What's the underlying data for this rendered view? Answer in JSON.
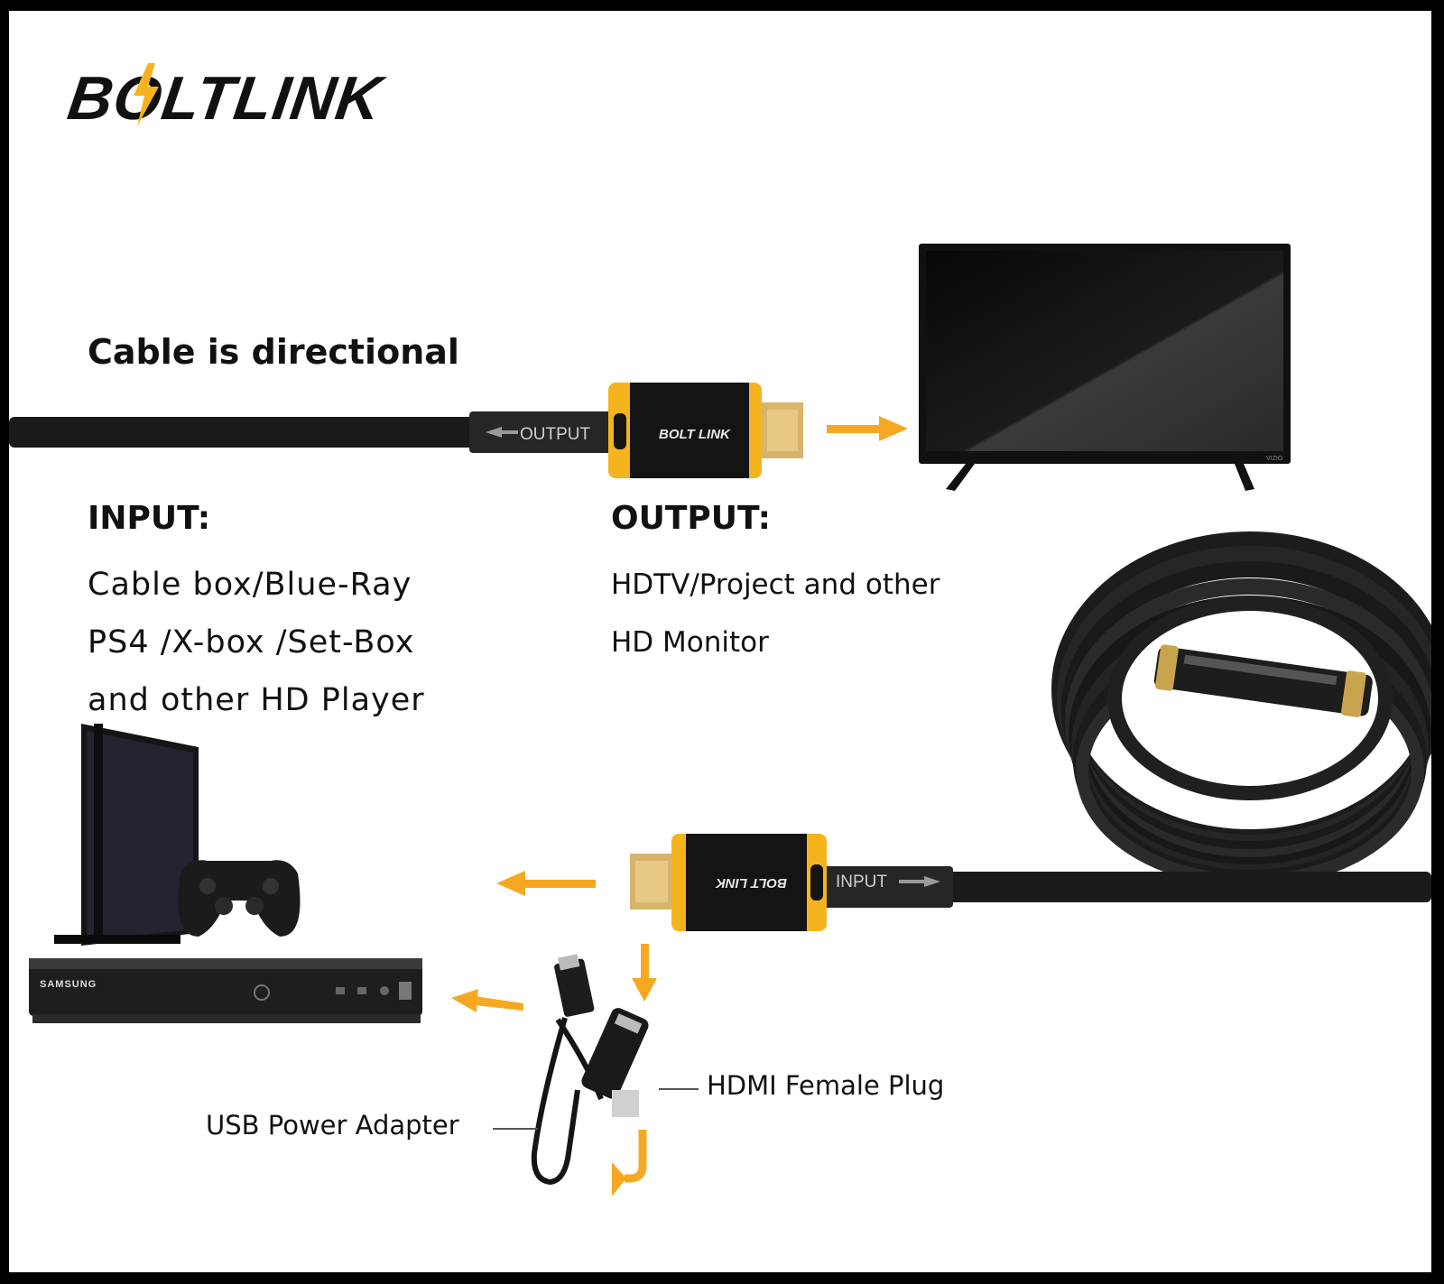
{
  "brand": {
    "logo_text": "BOLTLINK",
    "plug_brand": "BOLT LINK",
    "tv_brand": "VIZIO",
    "dvd_brand": "SAMSUNG"
  },
  "headline": "Cable is directional",
  "input": {
    "heading": "INPUT:",
    "lines": [
      "Cable box/Blue-Ray",
      "PS4 /X-box /Set-Box",
      "and other HD Player"
    ]
  },
  "output": {
    "heading": "OUTPUT:",
    "lines": [
      "HDTV/Project and other",
      "HD Monitor"
    ]
  },
  "cable_labels": {
    "output": "OUTPUT",
    "input": "INPUT"
  },
  "callouts": {
    "hdmi_female": "HDMI Female Plug",
    "usb_adapter": "USB Power Adapter"
  },
  "colors": {
    "accent": "#F5B41E",
    "arrow": "#F7A823",
    "cable": "#1a1a1a",
    "text": "#111111"
  }
}
